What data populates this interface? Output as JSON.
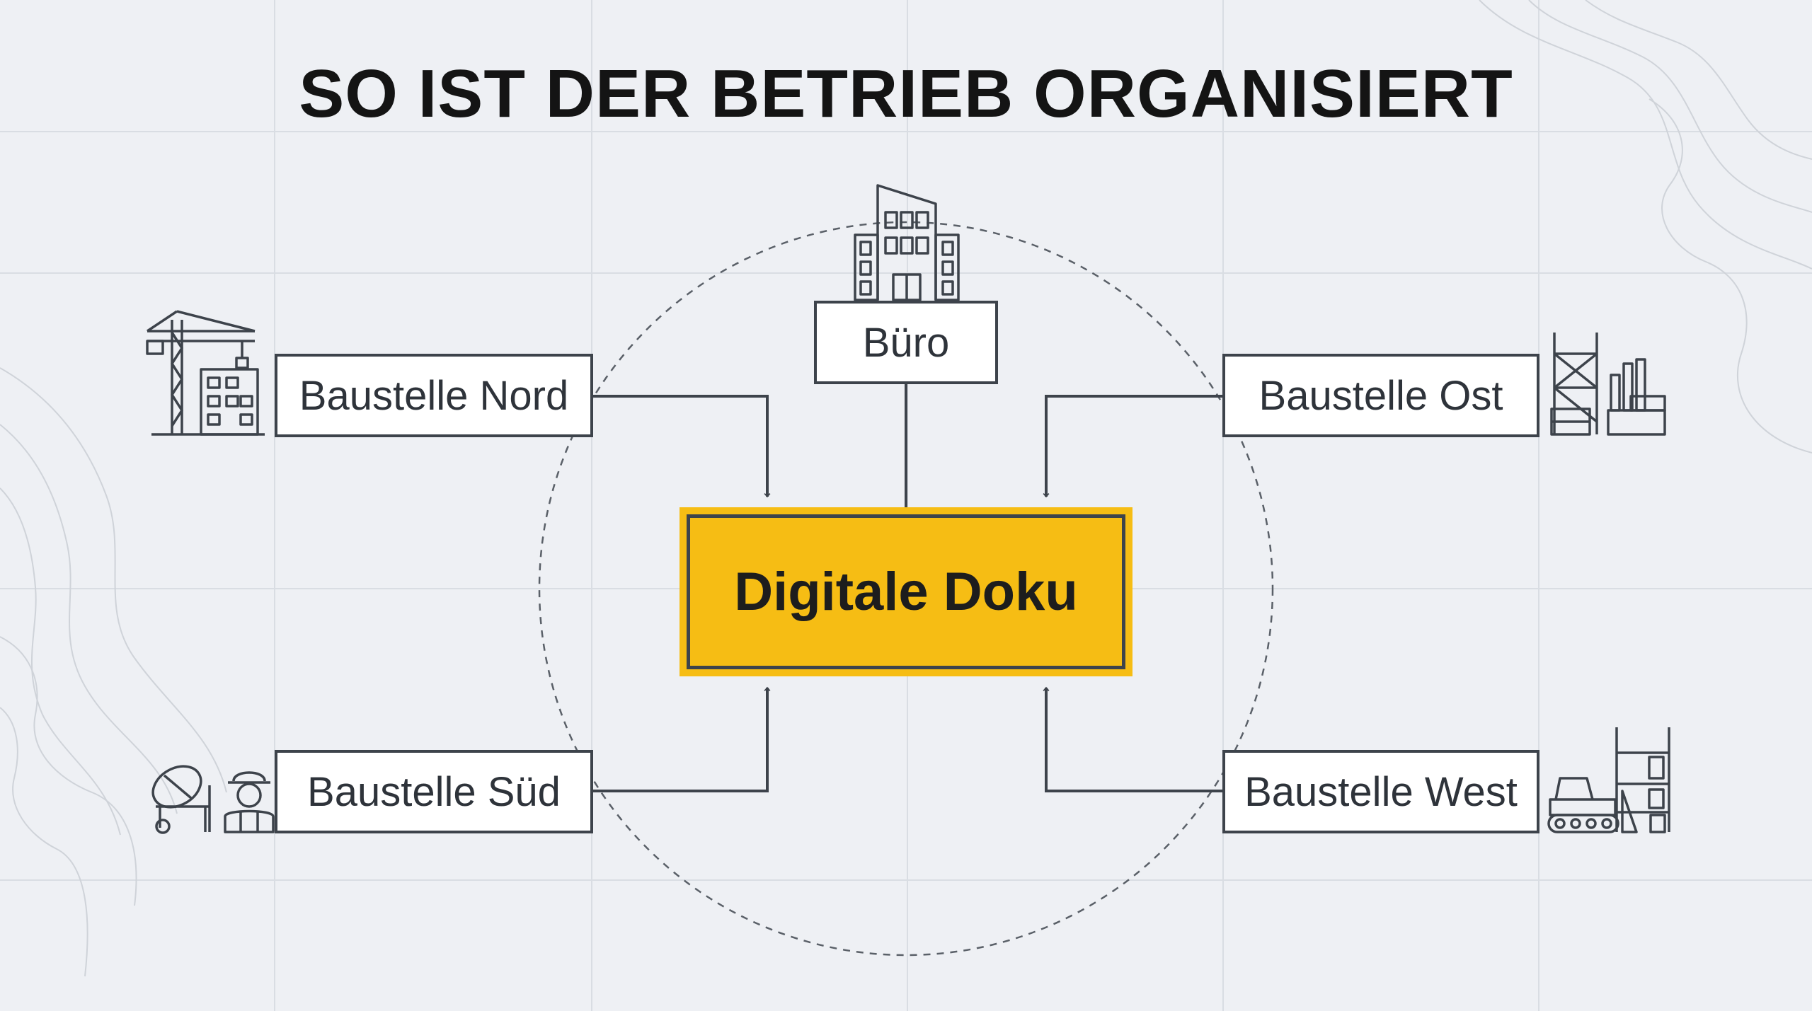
{
  "title": "SO IST DER BETRIEB ORGANISIERT",
  "hub": {
    "label": "Digitale Doku"
  },
  "nodes": {
    "office": {
      "label": "Büro",
      "icon": "office-building-icon"
    },
    "north": {
      "label": "Baustelle Nord",
      "icon": "crane-building-icon"
    },
    "east": {
      "label": "Baustelle Ost",
      "icon": "scaffolding-materials-icon"
    },
    "south": {
      "label": "Baustelle Süd",
      "icon": "cement-mixer-worker-icon"
    },
    "west": {
      "label": "Baustelle West",
      "icon": "bulldozer-scaffold-icon"
    }
  },
  "colors": {
    "background": "#eef0f4",
    "accent": "#f6bd14",
    "line": "#3d434b",
    "text": "#141414"
  }
}
